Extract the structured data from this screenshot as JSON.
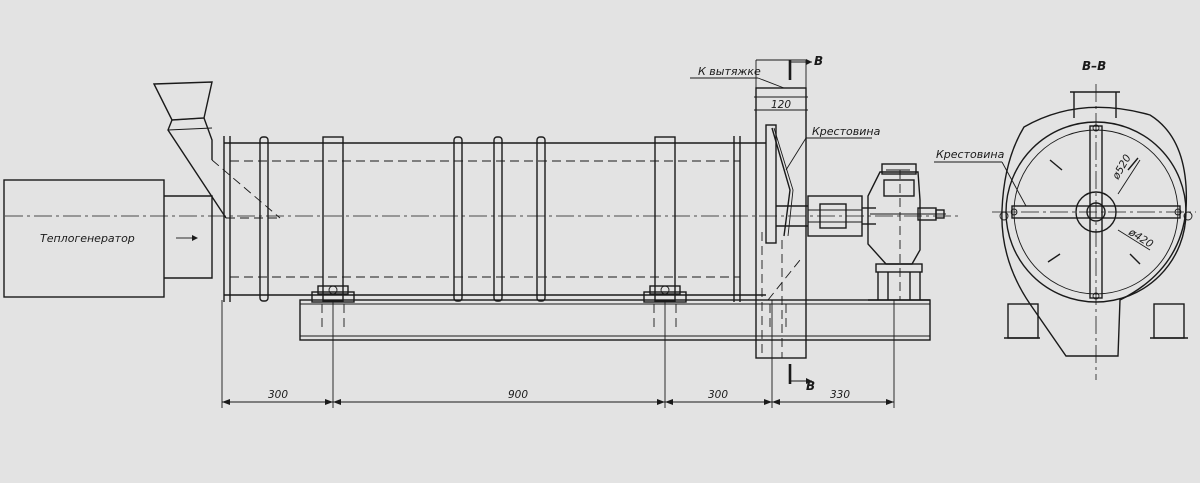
{
  "labels": {
    "heat_generator": "Теплогенератор",
    "exhaust": "К вытяжке",
    "cross_main": "Крестовина",
    "cross_section": "Крестовина",
    "section_title": "В–В",
    "section_mark_top": "В",
    "section_mark_bottom": "В"
  },
  "dimensions": {
    "d300a": "300",
    "d900": "900",
    "d300b": "300",
    "d330": "330",
    "d120": "120",
    "d520": "ø520",
    "d420": "ø420"
  }
}
